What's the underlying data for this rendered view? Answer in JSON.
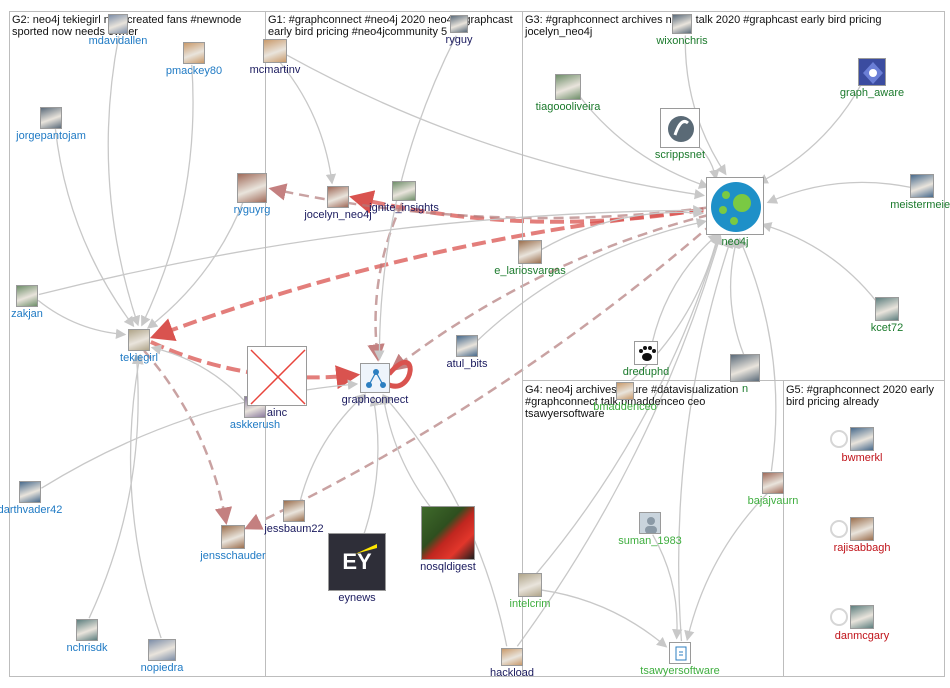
{
  "colors": {
    "background": "#ffffff",
    "group_border": "#bdbdbd",
    "edge_default": "#c8c8c8",
    "edge_heavy": "#d9534f",
    "edge_dark": "#b27a7a",
    "label_g1": "#1a1a5e",
    "label_g2": "#1f7ac4",
    "label_g3": "#1b7a2c",
    "label_g4": "#3fae3f",
    "label_g5": "#c0131a"
  },
  "groups": [
    {
      "id": "G2",
      "label": "G2: neo4j tekiegirl new created fans #newnode sported now needs owner"
    },
    {
      "id": "G1",
      "label": "G1: #graphconnect #neo4j 2020 neo4j #graphcast early bird pricing #neo4jcommunity 5"
    },
    {
      "id": "G3",
      "label": "G3: #graphconnect archives neo4j talk 2020 #graphcast early bird pricing jocelyn_neo4j"
    },
    {
      "id": "G4",
      "label": "G4: neo4j archives future #datavisualization #graphconnect talk bmaddenceo ceo tsawyersoftware"
    },
    {
      "id": "G5",
      "label": "G5: #graphconnect 2020 early bird pricing already"
    }
  ],
  "nodes": [
    {
      "id": "mdavidallen",
      "label": "mdavidallen",
      "group": "G2",
      "icon": "avatar-icon"
    },
    {
      "id": "pmackey80",
      "label": "pmackey80",
      "group": "G2",
      "icon": "avatar-icon"
    },
    {
      "id": "jorgepantojam",
      "label": "jorgepantojam",
      "group": "G2",
      "icon": "avatar-icon"
    },
    {
      "id": "ryguyrg",
      "label": "ryguyrg",
      "group": "G2",
      "icon": "avatar-icon"
    },
    {
      "id": "zakjan",
      "label": "zakjan",
      "group": "G2",
      "icon": "avatar-icon"
    },
    {
      "id": "tekiegirl",
      "label": "tekiegirl",
      "group": "G2",
      "icon": "avatar-icon"
    },
    {
      "id": "askkerush",
      "label": "askkerush",
      "group": "G2",
      "icon": "avatar-icon"
    },
    {
      "id": "darthvader42",
      "label": "darthvader42",
      "group": "G2",
      "icon": "avatar-icon"
    },
    {
      "id": "jensschauder",
      "label": "jensschauder",
      "group": "G2",
      "icon": "avatar-icon"
    },
    {
      "id": "nchrisdk",
      "label": "nchrisdk",
      "group": "G2",
      "icon": "avatar-icon"
    },
    {
      "id": "nopiedra",
      "label": "nopiedra",
      "group": "G2",
      "icon": "avatar-icon"
    },
    {
      "id": "mcmartinv",
      "label": "mcmartinv",
      "group": "G1",
      "icon": "avatar-icon"
    },
    {
      "id": "ryguy",
      "label": "ryguy",
      "group": "G1",
      "icon": "avatar-icon"
    },
    {
      "id": "jocelyn_neo4j",
      "label": "jocelyn_neo4j",
      "group": "G1",
      "icon": "avatar-icon"
    },
    {
      "id": "ignite_insights",
      "label": "ignite_insights",
      "group": "G1",
      "icon": "avatar-icon"
    },
    {
      "id": "ainc",
      "label": "ainc",
      "group": "G1",
      "icon": "broken-image-icon"
    },
    {
      "id": "graphconnect",
      "label": "graphconnect",
      "group": "G1",
      "icon": "graph-logo-icon"
    },
    {
      "id": "atul_bits",
      "label": "atul_bits",
      "group": "G1",
      "icon": "avatar-icon"
    },
    {
      "id": "jessbaum22",
      "label": "jessbaum22",
      "group": "G1",
      "icon": "avatar-icon"
    },
    {
      "id": "eynews",
      "label": "eynews",
      "group": "G1",
      "icon": "ey-logo-icon",
      "badge": "EY"
    },
    {
      "id": "nosqldigest",
      "label": "nosqldigest",
      "group": "G1",
      "icon": "parrot-icon"
    },
    {
      "id": "hackload",
      "label": "hackload",
      "group": "G1",
      "icon": "avatar-icon"
    },
    {
      "id": "wixonchris",
      "label": "wixonchris",
      "group": "G3",
      "icon": "avatar-icon"
    },
    {
      "id": "graph_aware",
      "label": "graph_aware",
      "group": "G3",
      "icon": "graphaware-logo-icon"
    },
    {
      "id": "tiagoooliveira",
      "label": "tiagoooliveira",
      "group": "G3",
      "icon": "avatar-icon"
    },
    {
      "id": "scrippsnet",
      "label": "scrippsnet",
      "group": "G3",
      "icon": "scripps-logo-icon"
    },
    {
      "id": "neo4j",
      "label": "neo4j",
      "group": "G3",
      "icon": "neo4j-logo-icon"
    },
    {
      "id": "meistermeier",
      "label": "meistermeier",
      "group": "G3",
      "icon": "avatar-icon"
    },
    {
      "id": "e_lariosvargas",
      "label": "e_lariosvargas",
      "group": "G3",
      "icon": "avatar-icon"
    },
    {
      "id": "kcet72",
      "label": "kcet72",
      "group": "G3",
      "icon": "avatar-icon"
    },
    {
      "id": "dreduphd",
      "label": "dreduphd",
      "group": "G3",
      "icon": "paw-icon"
    },
    {
      "id": "bmaddenceo",
      "label": "bmaddenceo",
      "group": "G4",
      "icon": "avatar-icon"
    },
    {
      "id": "n_node",
      "label": "n",
      "group": "G3",
      "icon": "avatar-icon"
    },
    {
      "id": "bajajvaurn",
      "label": "bajajvaurn",
      "group": "G4",
      "icon": "avatar-icon"
    },
    {
      "id": "suman_1983",
      "label": "suman_1983",
      "group": "G4",
      "icon": "default-avatar-icon"
    },
    {
      "id": "intelcrim",
      "label": "intelcrim",
      "group": "G4",
      "icon": "avatar-icon"
    },
    {
      "id": "tsawyersoftware",
      "label": "tsawyersoftware",
      "group": "G4",
      "icon": "doc-icon"
    },
    {
      "id": "bwmerkl",
      "label": "bwmerkl",
      "group": "G5",
      "icon": "avatar-icon"
    },
    {
      "id": "rajisabbagh",
      "label": "rajisabbagh",
      "group": "G5",
      "icon": "avatar-icon"
    },
    {
      "id": "danmcgary",
      "label": "danmcgary",
      "group": "G5",
      "icon": "avatar-icon"
    }
  ],
  "edges": [
    {
      "from": "neo4j",
      "to": "jocelyn_neo4j",
      "weight": "heavy"
    },
    {
      "from": "neo4j",
      "to": "tekiegirl",
      "weight": "heavy"
    },
    {
      "from": "neo4j",
      "to": "ryguyrg",
      "weight": "medium"
    },
    {
      "from": "neo4j",
      "to": "graphconnect",
      "weight": "medium"
    },
    {
      "from": "neo4j",
      "to": "jensschauder",
      "weight": "medium"
    },
    {
      "from": "tekiegirl",
      "to": "graphconnect",
      "weight": "heavy"
    },
    {
      "from": "tekiegirl",
      "to": "jensschauder",
      "weight": "medium"
    },
    {
      "from": "ignite_insights",
      "to": "graphconnect",
      "weight": "medium"
    },
    {
      "from": "graphconnect",
      "to": "graphconnect",
      "weight": "heavy"
    },
    {
      "from": "mdavidallen",
      "to": "tekiegirl",
      "weight": "light"
    },
    {
      "from": "pmackey80",
      "to": "tekiegirl",
      "weight": "light"
    },
    {
      "from": "jorgepantojam",
      "to": "tekiegirl",
      "weight": "light"
    },
    {
      "from": "ryguyrg",
      "to": "tekiegirl",
      "weight": "light"
    },
    {
      "from": "zakjan",
      "to": "tekiegirl",
      "weight": "light"
    },
    {
      "from": "zakjan",
      "to": "neo4j",
      "weight": "light"
    },
    {
      "from": "askkerush",
      "to": "tekiegirl",
      "weight": "light"
    },
    {
      "from": "darthvader42",
      "to": "graphconnect",
      "weight": "light"
    },
    {
      "from": "nchrisdk",
      "to": "tekiegirl",
      "weight": "light"
    },
    {
      "from": "nopiedra",
      "to": "tekiegirl",
      "weight": "light"
    },
    {
      "from": "mcmartinv",
      "to": "neo4j",
      "weight": "light"
    },
    {
      "from": "mcmartinv",
      "to": "jocelyn_neo4j",
      "weight": "light"
    },
    {
      "from": "ryguy",
      "to": "graphconnect",
      "weight": "light"
    },
    {
      "from": "jessbaum22",
      "to": "graphconnect",
      "weight": "light"
    },
    {
      "from": "eynews",
      "to": "graphconnect",
      "weight": "light"
    },
    {
      "from": "nosqldigest",
      "to": "graphconnect",
      "weight": "light"
    },
    {
      "from": "hackload",
      "to": "graphconnect",
      "weight": "light"
    },
    {
      "from": "atul_bits",
      "to": "neo4j",
      "weight": "light"
    },
    {
      "from": "wixonchris",
      "to": "neo4j",
      "weight": "light"
    },
    {
      "from": "graph_aware",
      "to": "neo4j",
      "weight": "light"
    },
    {
      "from": "tiagoooliveira",
      "to": "neo4j",
      "weight": "light"
    },
    {
      "from": "scrippsnet",
      "to": "neo4j",
      "weight": "light"
    },
    {
      "from": "meistermeier",
      "to": "neo4j",
      "weight": "light"
    },
    {
      "from": "e_lariosvargas",
      "to": "neo4j",
      "weight": "light"
    },
    {
      "from": "kcet72",
      "to": "neo4j",
      "weight": "light"
    },
    {
      "from": "dreduphd",
      "to": "neo4j",
      "weight": "light"
    },
    {
      "from": "bmaddenceo",
      "to": "neo4j",
      "weight": "light"
    },
    {
      "from": "n_node",
      "to": "neo4j",
      "weight": "light"
    },
    {
      "from": "bajajvaurn",
      "to": "neo4j",
      "weight": "light"
    },
    {
      "from": "suman_1983",
      "to": "tsawyersoftware",
      "weight": "light"
    },
    {
      "from": "intelcrim",
      "to": "neo4j",
      "weight": "light"
    },
    {
      "from": "tsawyersoftware",
      "to": "neo4j",
      "weight": "light"
    },
    {
      "from": "bajajvaurn",
      "to": "tsawyersoftware",
      "weight": "light"
    },
    {
      "from": "intelcrim",
      "to": "tsawyersoftware",
      "weight": "light"
    },
    {
      "from": "hackload",
      "to": "neo4j",
      "weight": "light"
    },
    {
      "from": "bwmerkl",
      "to": "bwmerkl",
      "weight": "light"
    },
    {
      "from": "rajisabbagh",
      "to": "rajisabbagh",
      "weight": "light"
    },
    {
      "from": "danmcgary",
      "to": "danmcgary",
      "weight": "light"
    }
  ]
}
